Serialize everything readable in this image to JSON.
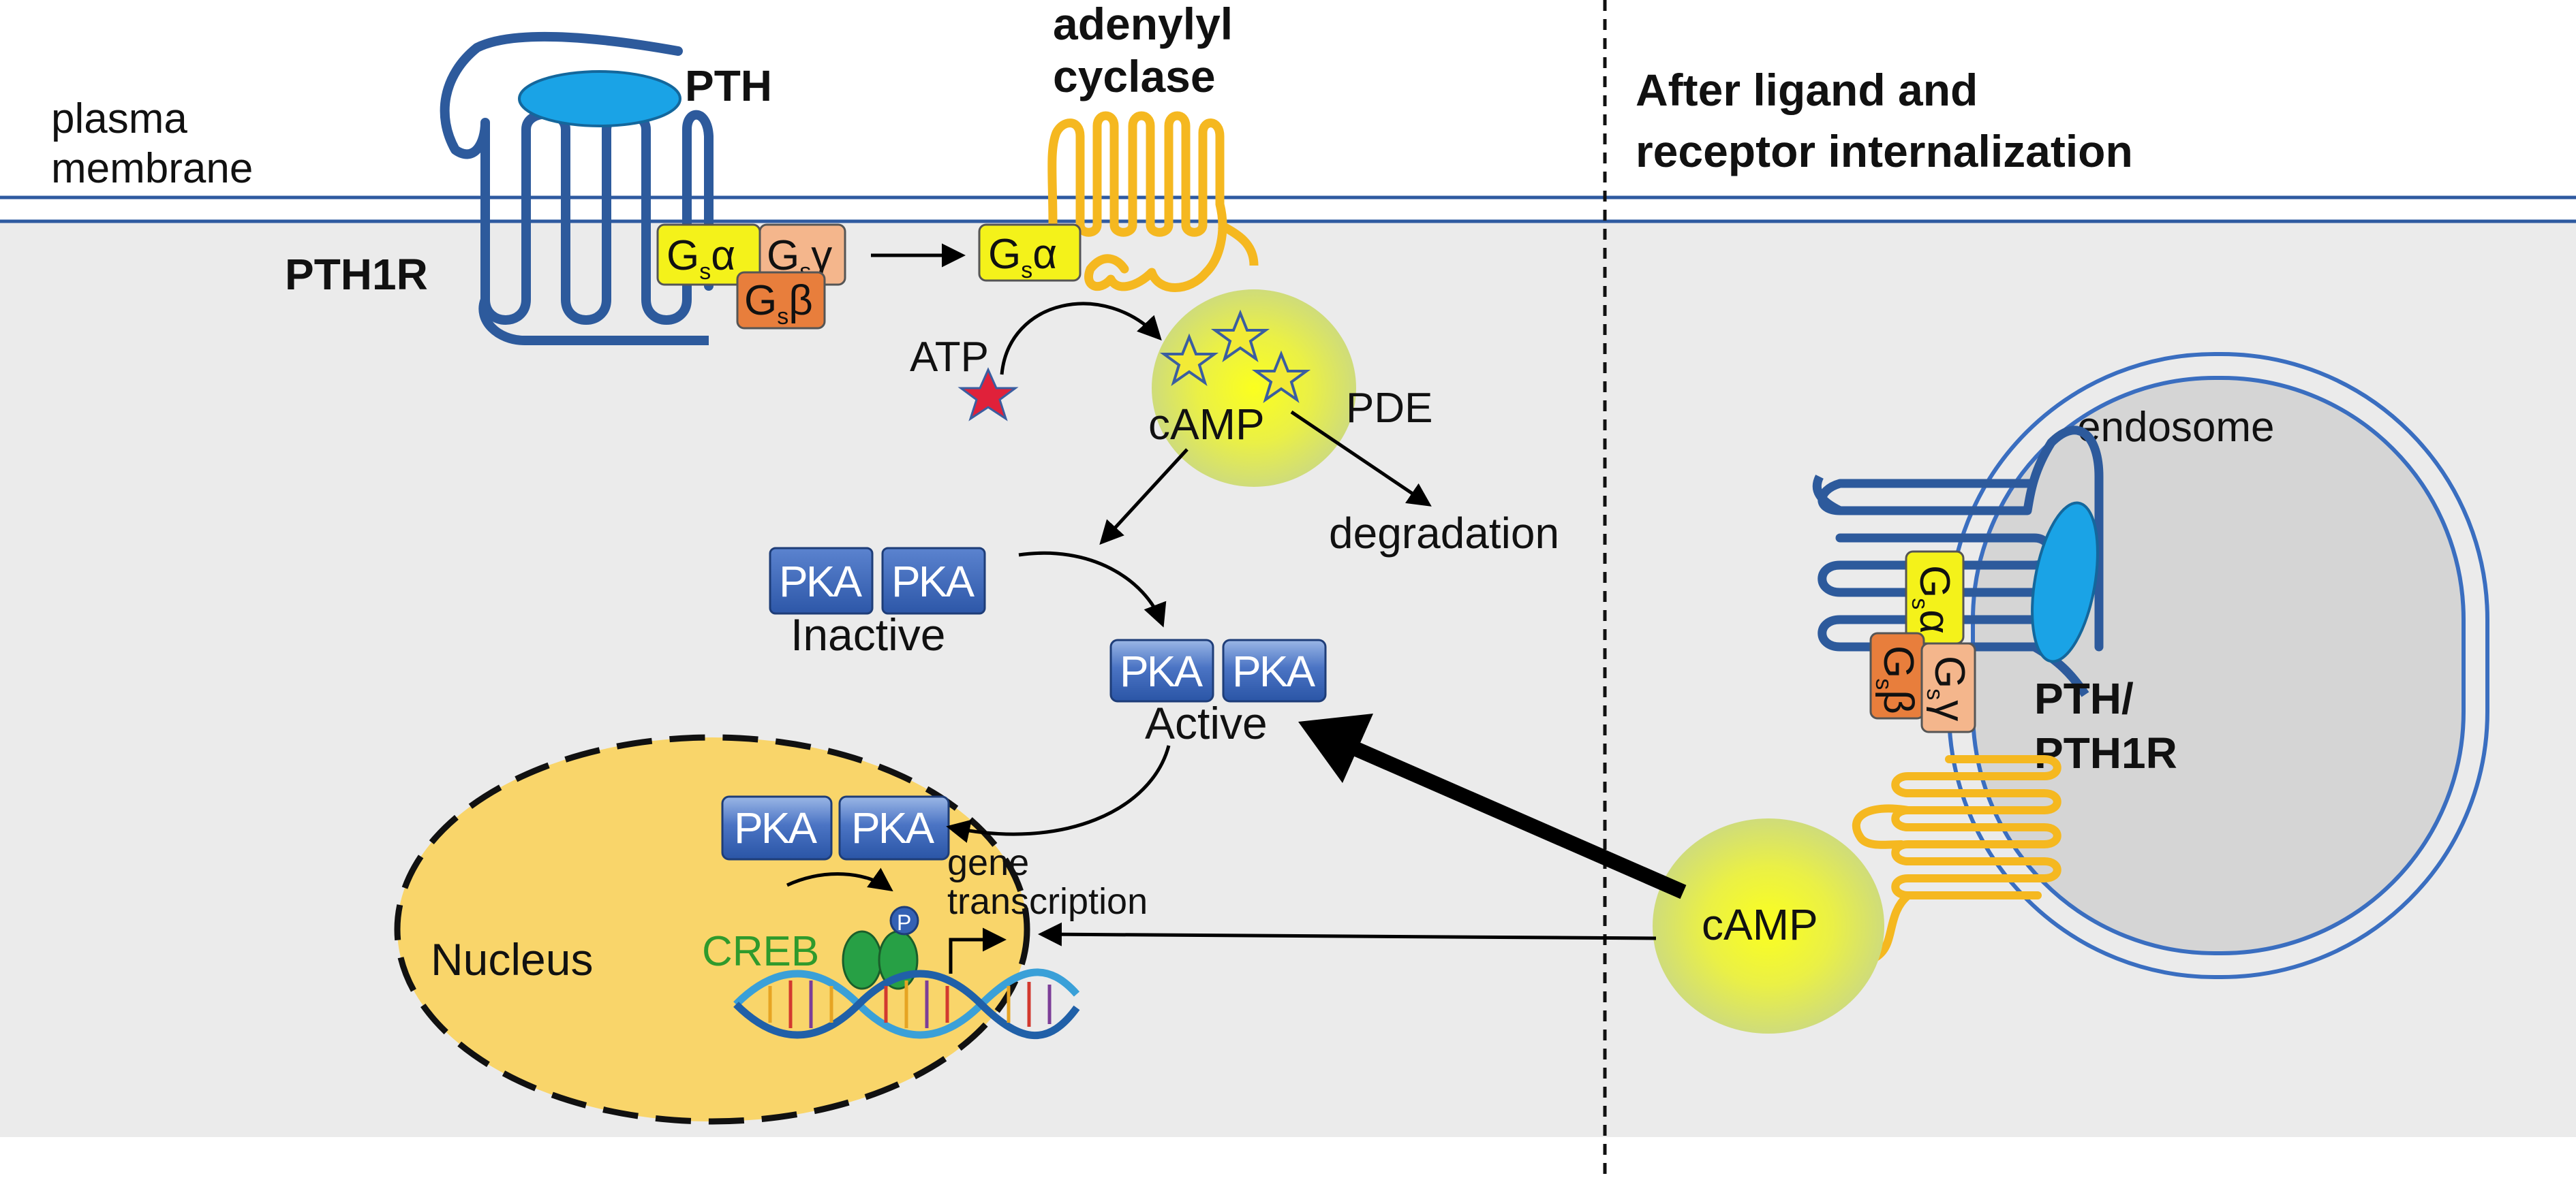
{
  "colors": {
    "cytoplasm": "#ebebeb",
    "membrane_line": "#2e5aa0",
    "receptor": "#2d5a9c",
    "pth_ligand": "#1aa3e6",
    "adenylyl_cyclase": "#f5b820",
    "gs_alpha": "#f4f21a",
    "gs_gamma": "#f4b68c",
    "gs_beta": "#e87e3c",
    "camp_glow": "#ecf03a",
    "pka_box": "#3461b4",
    "nucleus": "#f9d56a",
    "creb_text": "#2f9a2c",
    "creb_protein": "#27a045",
    "atp_star": "#e0213a",
    "camp_star_fill": "#f2ea36",
    "camp_star_stroke": "#3a5ea0",
    "endosome_interior": "#d5d5d5"
  },
  "labels": {
    "plasma_membrane": [
      "plasma",
      "membrane"
    ],
    "pth": "PTH",
    "pth1r": "PTH1R",
    "adenylyl_cyclase": [
      "adenylyl",
      "cyclase"
    ],
    "gs_alpha": "G",
    "gs_gamma": "G",
    "gs_beta": "G",
    "gs_alpha_symbol": "α",
    "gs_gamma_symbol": "γ",
    "gs_beta_symbol": "β",
    "gs_subscript": "s",
    "atp": "ATP",
    "camp": "cAMP",
    "pde": "PDE",
    "degradation": "degradation",
    "pka": "PKA",
    "inactive": "Inactive",
    "active": "Active",
    "nucleus": "Nucleus",
    "creb": "CREB",
    "phospho": "P",
    "gene_transcription": [
      "gene",
      "transcription"
    ],
    "after_internalization": [
      "After ligand and",
      "receptor internalization"
    ],
    "endosome": "endosome",
    "pth_pth1r": [
      "PTH/",
      "PTH1R"
    ],
    "camp_endosomal": "cAMP"
  }
}
